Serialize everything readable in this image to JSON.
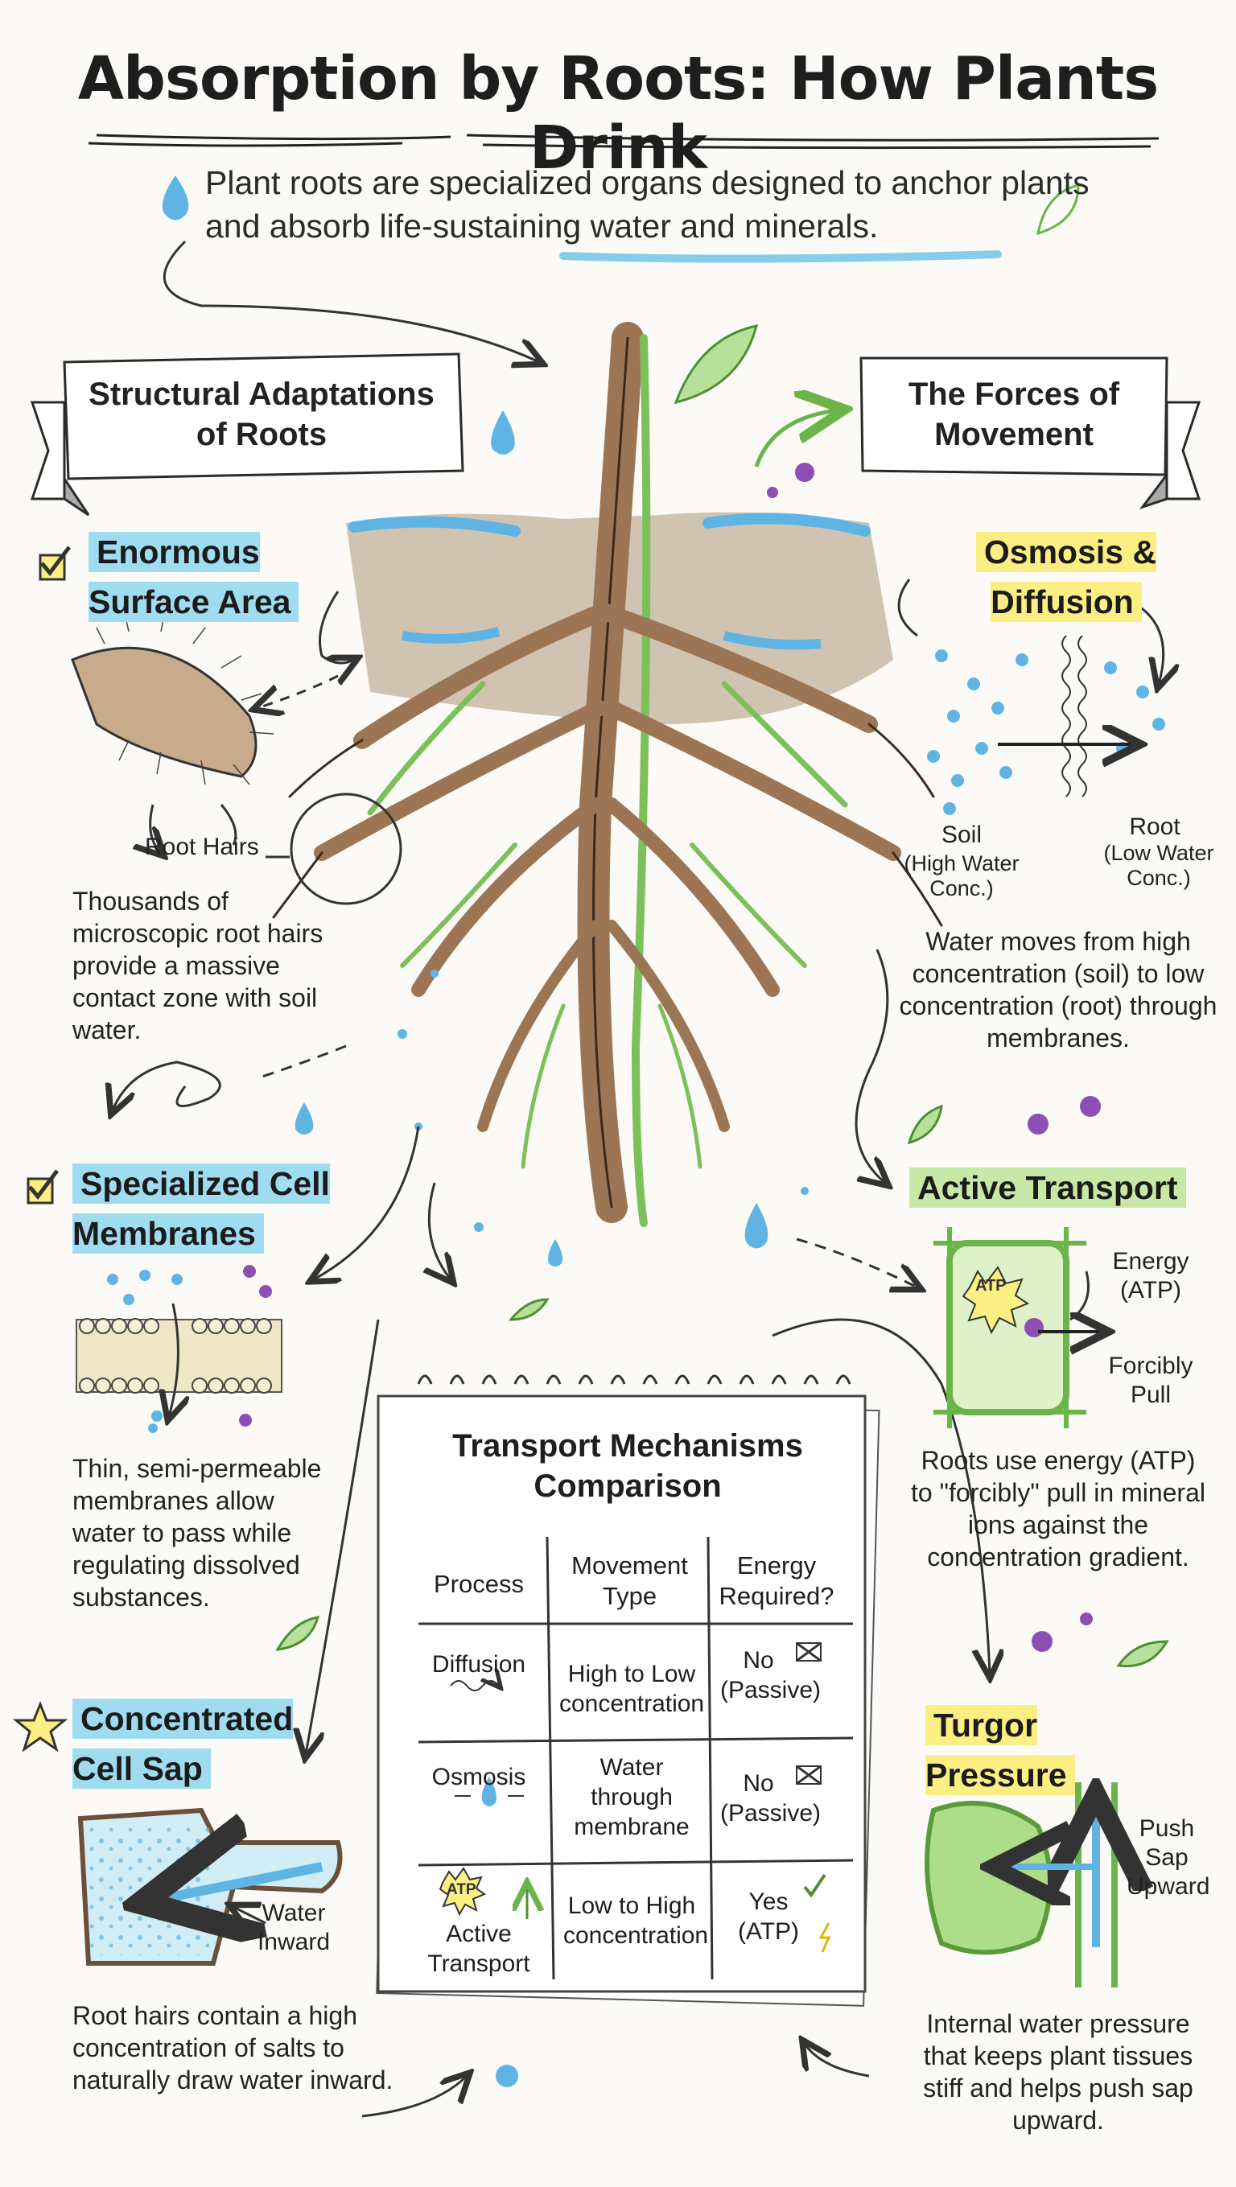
{
  "title": "Absorption by Roots: How Plants Drink",
  "intro": "Plant roots are specialized organs designed to anchor plants and absorb life-sustaining water and minerals.",
  "left_banner": "Structural Adaptations of Roots",
  "right_banner": "The Forces of Movement",
  "left_sections": [
    {
      "heading": "Enormous Surface Area",
      "label": "Root Hairs",
      "description": "Thousands of microscopic root hairs provide a massive contact zone with soil water."
    },
    {
      "heading": "Specialized Cell Membranes",
      "description": "Thin, semi-permeable membranes allow water to pass while regulating dissolved substances."
    },
    {
      "heading": "Concentrated Cell Sap",
      "label": "Water Inward",
      "description": "Root hairs contain a high concentration of salts to naturally draw water inward."
    }
  ],
  "right_sections": [
    {
      "heading": "Osmosis & Diffusion",
      "label_soil": "Soil",
      "label_soil_sub": "(High Water Conc.)",
      "label_root": "Root",
      "label_root_sub": "(Low Water Conc.)",
      "description": "Water moves from high concentration (soil) to low concentration (root) through membranes."
    },
    {
      "heading": "Active Transport",
      "label_atp": "ATP",
      "label_energy": "Energy (ATP)",
      "label_pull": "Forcibly Pull",
      "description": "Roots use energy (ATP) to \"forcibly\" pull in mineral ions against the concentration gradient."
    },
    {
      "heading": "Turgor Pressure",
      "label_push": "Push Sap Upward",
      "description": "Internal water pressure that keeps plant tissues stiff and helps push sap upward."
    }
  ],
  "table": {
    "title": "Transport Mechanisms Comparison",
    "headers": [
      "Process",
      "Movement Type",
      "Energy Required?"
    ],
    "rows": [
      {
        "process": "Diffusion",
        "movement": "High to Low concentration",
        "energy": "No (Passive)"
      },
      {
        "process": "Osmosis",
        "movement": "Water through membrane",
        "energy": "No (Passive)"
      },
      {
        "process": "Active Transport",
        "process_badge": "ATP",
        "movement": "Low to High concentration",
        "energy": "Yes (ATP)"
      }
    ]
  },
  "colors": {
    "blue_highlight": "#9fdcef",
    "yellow_highlight": "#fbef84",
    "green_highlight": "#c8e8a8",
    "root_brown": "#9c7654",
    "stem_green": "#7cc05a",
    "water_blue": "#5fb4e3",
    "ion_purple": "#8e4fb5"
  }
}
